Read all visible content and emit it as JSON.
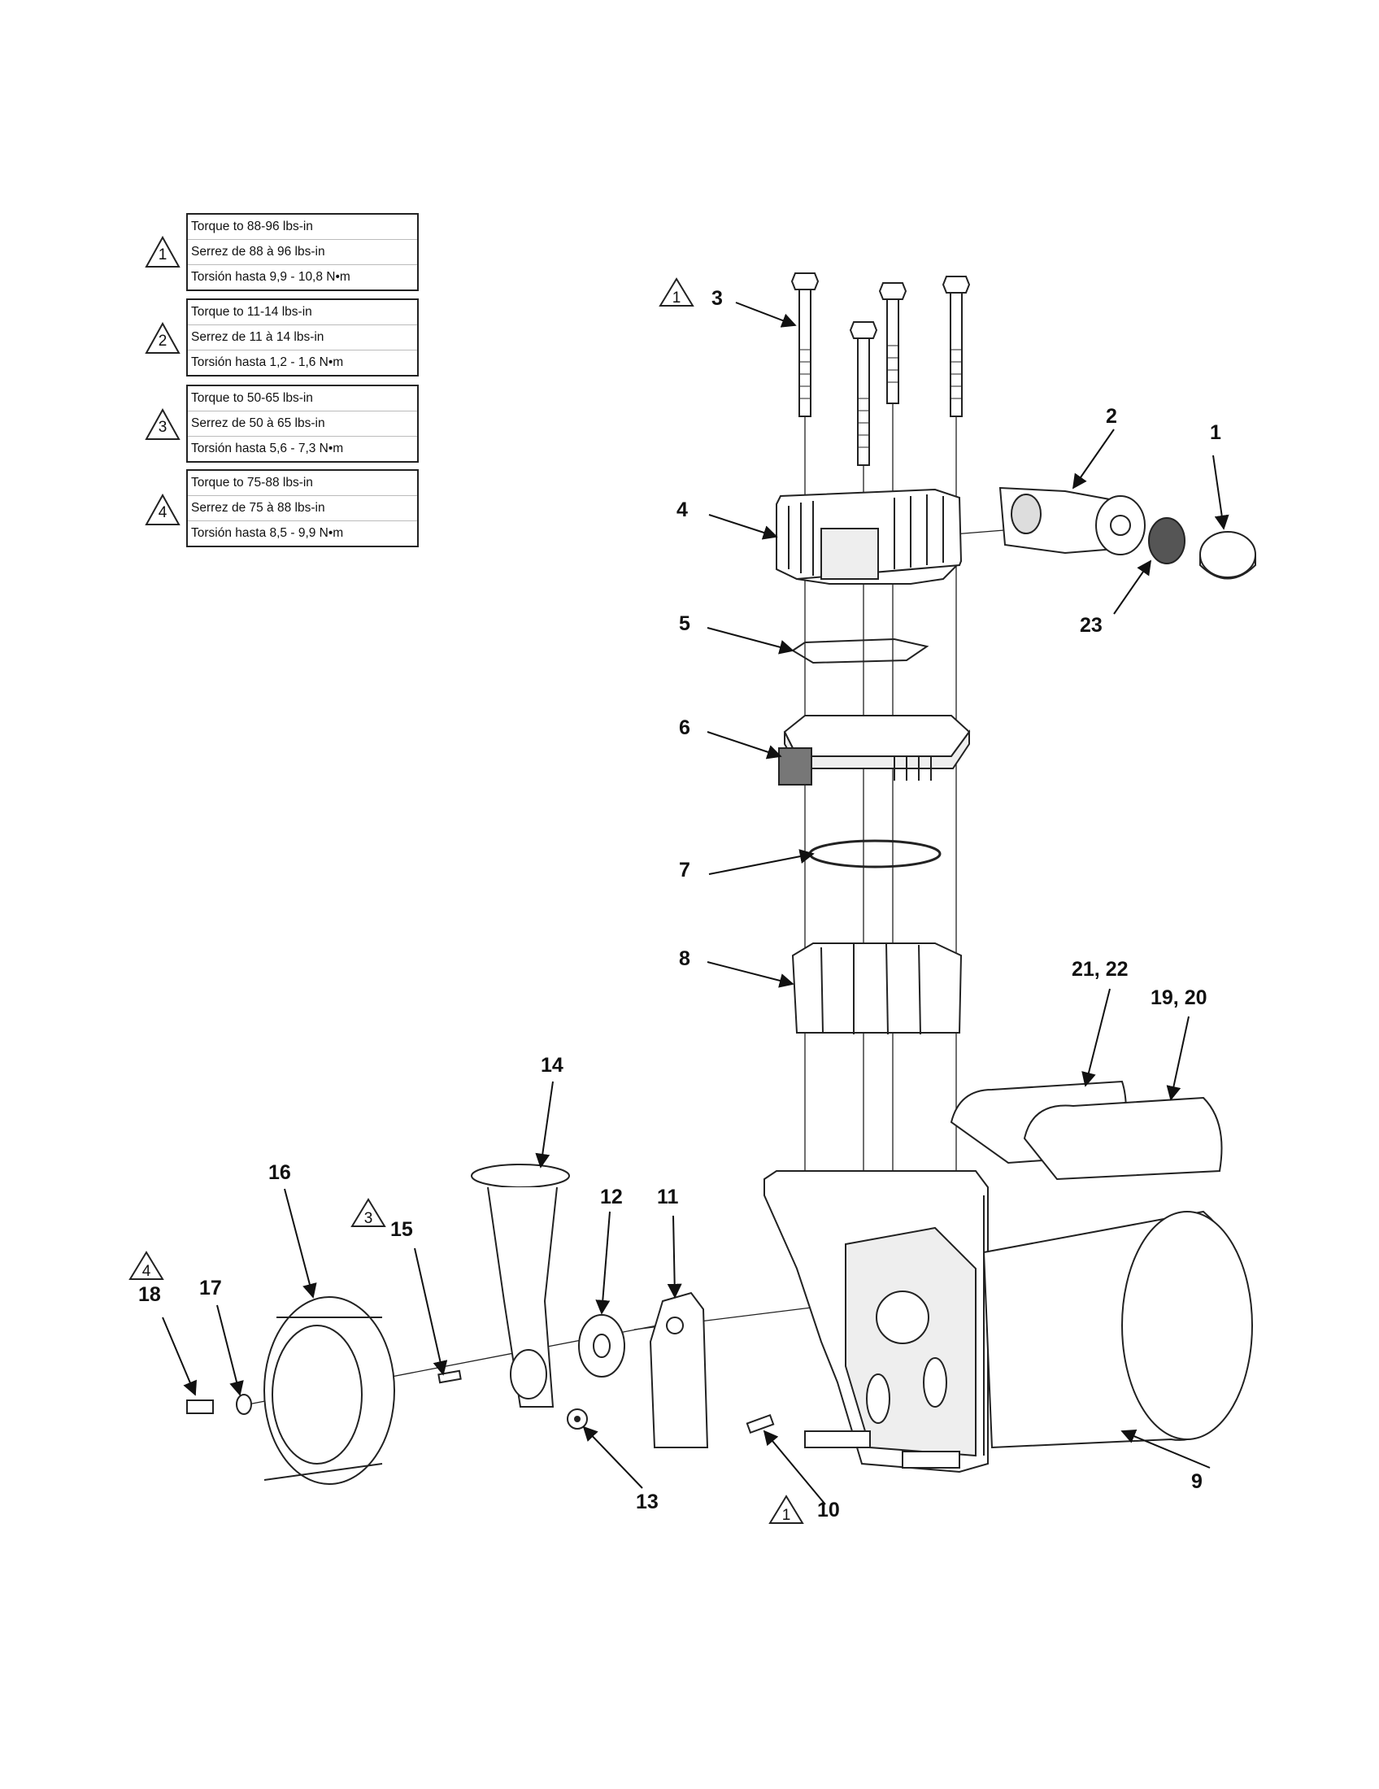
{
  "legend": [
    {
      "symbol": "1",
      "lines": [
        "Torque to 88-96 lbs-in",
        "Serrez de 88 à 96 lbs-in",
        "Torsión hasta 9,9 - 10,8 N•m"
      ]
    },
    {
      "symbol": "2",
      "lines": [
        "Torque to 11-14 lbs-in",
        "Serrez de 11 à 14 lbs-in",
        "Torsión hasta 1,2 - 1,6 N•m"
      ]
    },
    {
      "symbol": "3",
      "lines": [
        "Torque to 50-65 lbs-in",
        "Serrez de 50 à 65 lbs-in",
        "Torsión hasta 5,6 - 7,3 N•m"
      ]
    },
    {
      "symbol": "4",
      "lines": [
        "Torque to 75-88 lbs-in",
        "Serrez de 75 à 88 lbs-in",
        "Torsión hasta 8,5 - 9,9 N•m"
      ]
    }
  ],
  "callouts": {
    "c1": "1",
    "c2": "2",
    "c3": "3",
    "c4": "4",
    "c5": "5",
    "c6": "6",
    "c7": "7",
    "c8": "8",
    "c9": "9",
    "c10": "10",
    "c11": "11",
    "c12": "12",
    "c13": "13",
    "c14": "14",
    "c15": "15",
    "c16": "16",
    "c17": "17",
    "c18": "18",
    "c1920": "19, 20",
    "c2122": "21, 22",
    "c23": "23"
  },
  "torque_marks": {
    "head_bolts": "1",
    "fan_bolt": "4",
    "rod_bolt": "3",
    "base_bolt": "1"
  }
}
